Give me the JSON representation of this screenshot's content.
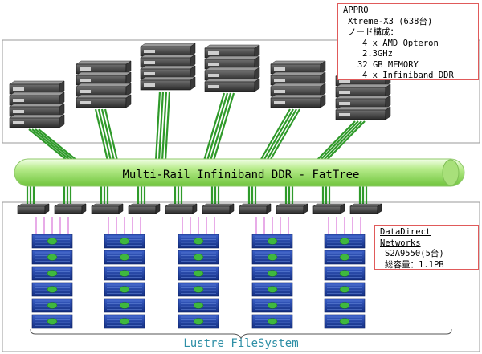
{
  "appro": {
    "title": "APPRO",
    "line1": "Xtreme-X3 (638台)",
    "line2": "ノード構成：",
    "line3": "4 x AMD Opteron 2.3GHz",
    "line4": "32 GB MEMORY",
    "line5": "4 x Infiniband DDR"
  },
  "fabric": {
    "label": "Multi-Rail Infiniband DDR - FatTree"
  },
  "ddn": {
    "title": "DataDirect Networks",
    "line1": "S2A9550(5台)",
    "line2": "総容量：1.1PB"
  },
  "filesystem": {
    "label": "Lustre FileSystem"
  },
  "colors": {
    "fabric_green": "#8fd85a",
    "link_green": "#2f9a2a",
    "storage_link": "#d25ad2",
    "storage_blue": "#1f3f9e",
    "callout_border": "#e05a5a",
    "label_teal": "#2e8fa6"
  }
}
